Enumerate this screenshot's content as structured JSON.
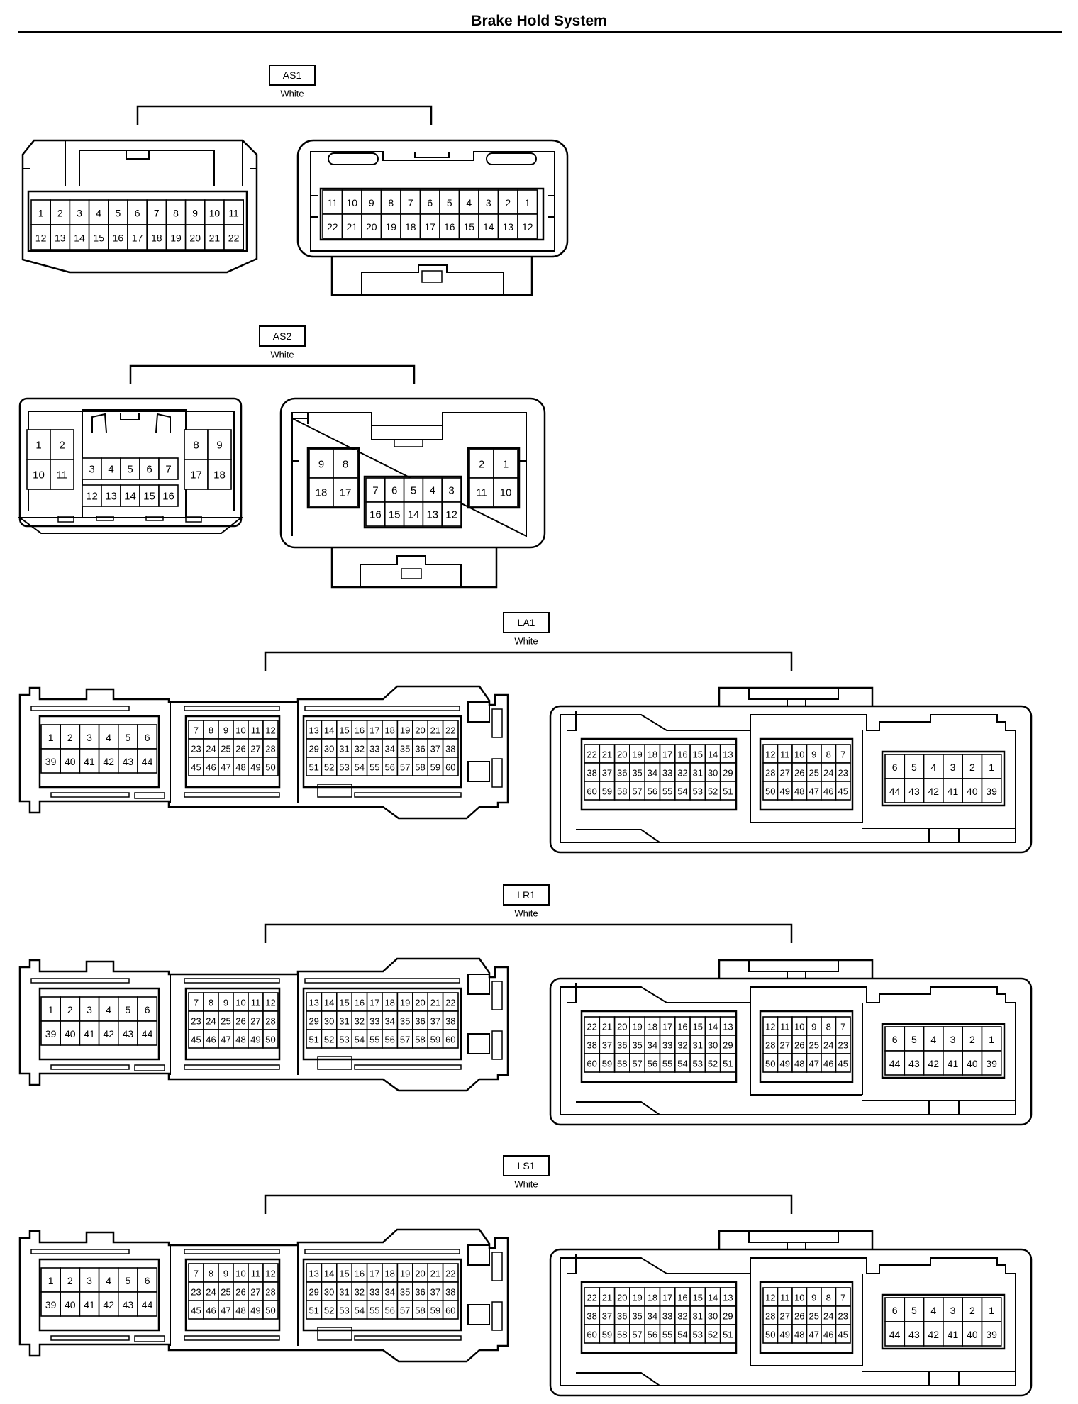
{
  "title": "Brake Hold System",
  "connectors": [
    {
      "id": "AS1",
      "color": "White",
      "female": {
        "rows": [
          [
            "1",
            "2",
            "3",
            "4",
            "5",
            "6",
            "7",
            "8",
            "9",
            "10",
            "11"
          ],
          [
            "12",
            "13",
            "14",
            "15",
            "16",
            "17",
            "18",
            "19",
            "20",
            "21",
            "22"
          ]
        ]
      },
      "male": {
        "rows": [
          [
            "11",
            "10",
            "9",
            "8",
            "7",
            "6",
            "5",
            "4",
            "3",
            "2",
            "1"
          ],
          [
            "22",
            "21",
            "20",
            "19",
            "18",
            "17",
            "16",
            "15",
            "14",
            "13",
            "12"
          ]
        ]
      }
    },
    {
      "id": "AS2",
      "color": "White",
      "female": {
        "left": [
          [
            "1",
            "2"
          ],
          [
            "10",
            "11"
          ]
        ],
        "center": [
          [
            "3",
            "4",
            "5",
            "6",
            "7"
          ],
          [
            "12",
            "13",
            "14",
            "15",
            "16"
          ]
        ],
        "right": [
          [
            "8",
            "9"
          ],
          [
            "17",
            "18"
          ]
        ]
      },
      "male": {
        "left": [
          [
            "9",
            "8"
          ],
          [
            "18",
            "17"
          ]
        ],
        "center": [
          [
            "7",
            "6",
            "5",
            "4",
            "3"
          ],
          [
            "16",
            "15",
            "14",
            "13",
            "12"
          ]
        ],
        "right": [
          [
            "2",
            "1"
          ],
          [
            "11",
            "10"
          ]
        ]
      }
    },
    {
      "id": "LA1",
      "color": "White"
    },
    {
      "id": "LR1",
      "color": "White"
    },
    {
      "id": "LS1",
      "color": "White"
    }
  ],
  "large_pins": {
    "female": {
      "a": [
        [
          "1",
          "2",
          "3",
          "4",
          "5",
          "6"
        ],
        [
          "39",
          "40",
          "41",
          "42",
          "43",
          "44"
        ]
      ],
      "b": [
        [
          "7",
          "8",
          "9",
          "10",
          "11",
          "12"
        ],
        [
          "23",
          "24",
          "25",
          "26",
          "27",
          "28"
        ],
        [
          "45",
          "46",
          "47",
          "48",
          "49",
          "50"
        ]
      ],
      "c": [
        [
          "13",
          "14",
          "15",
          "16",
          "17",
          "18",
          "19",
          "20",
          "21",
          "22"
        ],
        [
          "29",
          "30",
          "31",
          "32",
          "33",
          "34",
          "35",
          "36",
          "37",
          "38"
        ],
        [
          "51",
          "52",
          "53",
          "54",
          "55",
          "56",
          "57",
          "58",
          "59",
          "60"
        ]
      ]
    },
    "male": {
      "a": [
        [
          "22",
          "21",
          "20",
          "19",
          "18",
          "17",
          "16",
          "15",
          "14",
          "13"
        ],
        [
          "38",
          "37",
          "36",
          "35",
          "34",
          "33",
          "32",
          "31",
          "30",
          "29"
        ],
        [
          "60",
          "59",
          "58",
          "57",
          "56",
          "55",
          "54",
          "53",
          "52",
          "51"
        ]
      ],
      "b": [
        [
          "12",
          "11",
          "10",
          "9",
          "8",
          "7"
        ],
        [
          "28",
          "27",
          "26",
          "25",
          "24",
          "23"
        ],
        [
          "50",
          "49",
          "48",
          "47",
          "46",
          "45"
        ]
      ],
      "c": [
        [
          "6",
          "5",
          "4",
          "3",
          "2",
          "1"
        ],
        [
          "44",
          "43",
          "42",
          "41",
          "40",
          "39"
        ]
      ]
    }
  }
}
